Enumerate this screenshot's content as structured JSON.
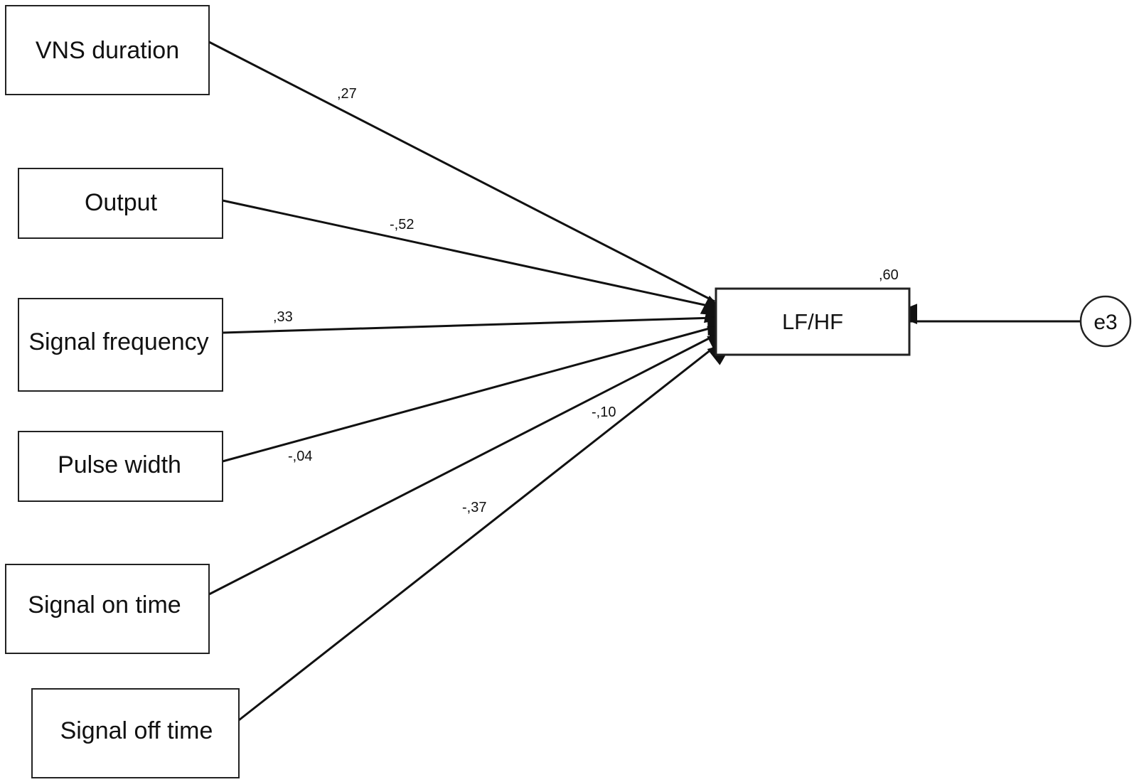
{
  "diagram": {
    "predictors": [
      {
        "id": "vns-duration",
        "label": "VNS duration",
        "coefficient": ",27"
      },
      {
        "id": "output",
        "label": "Output",
        "coefficient": "-,52"
      },
      {
        "id": "signal-frequency",
        "label": "Signal frequency",
        "coefficient": ",33"
      },
      {
        "id": "pulse-width",
        "label": "Pulse width",
        "coefficient": "-,04"
      },
      {
        "id": "signal-on-time",
        "label": "Signal on time",
        "coefficient": "-,10"
      },
      {
        "id": "signal-off-time",
        "label": "Signal off time",
        "coefficient": "-,37"
      }
    ],
    "outcome": {
      "label": "LF/HF",
      "r_squared": ",60"
    },
    "error_term": {
      "label": "e3"
    }
  }
}
